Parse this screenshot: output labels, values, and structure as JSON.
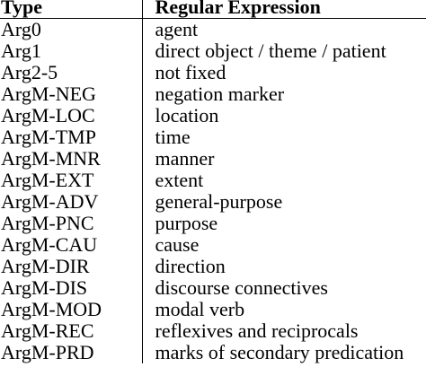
{
  "table": {
    "headers": {
      "type": "Type",
      "regex": "Regular Expression"
    },
    "rows": [
      {
        "type": "Arg0",
        "desc": "agent"
      },
      {
        "type": "Arg1",
        "desc": "direct object / theme / patient"
      },
      {
        "type": "Arg2-5",
        "desc": "not fixed"
      },
      {
        "type": "ArgM-NEG",
        "desc": "negation marker"
      },
      {
        "type": "ArgM-LOC",
        "desc": "location"
      },
      {
        "type": "ArgM-TMP",
        "desc": "time"
      },
      {
        "type": "ArgM-MNR",
        "desc": "manner"
      },
      {
        "type": "ArgM-EXT",
        "desc": "extent"
      },
      {
        "type": "ArgM-ADV",
        "desc": "general-purpose"
      },
      {
        "type": "ArgM-PNC",
        "desc": "purpose"
      },
      {
        "type": "ArgM-CAU",
        "desc": "cause"
      },
      {
        "type": "ArgM-DIR",
        "desc": "direction"
      },
      {
        "type": "ArgM-DIS",
        "desc": "discourse connectives"
      },
      {
        "type": "ArgM-MOD",
        "desc": "modal verb"
      },
      {
        "type": "ArgM-REC",
        "desc": "reflexives and reciprocals"
      },
      {
        "type": "ArgM-PRD",
        "desc": "marks of secondary predication"
      }
    ]
  }
}
